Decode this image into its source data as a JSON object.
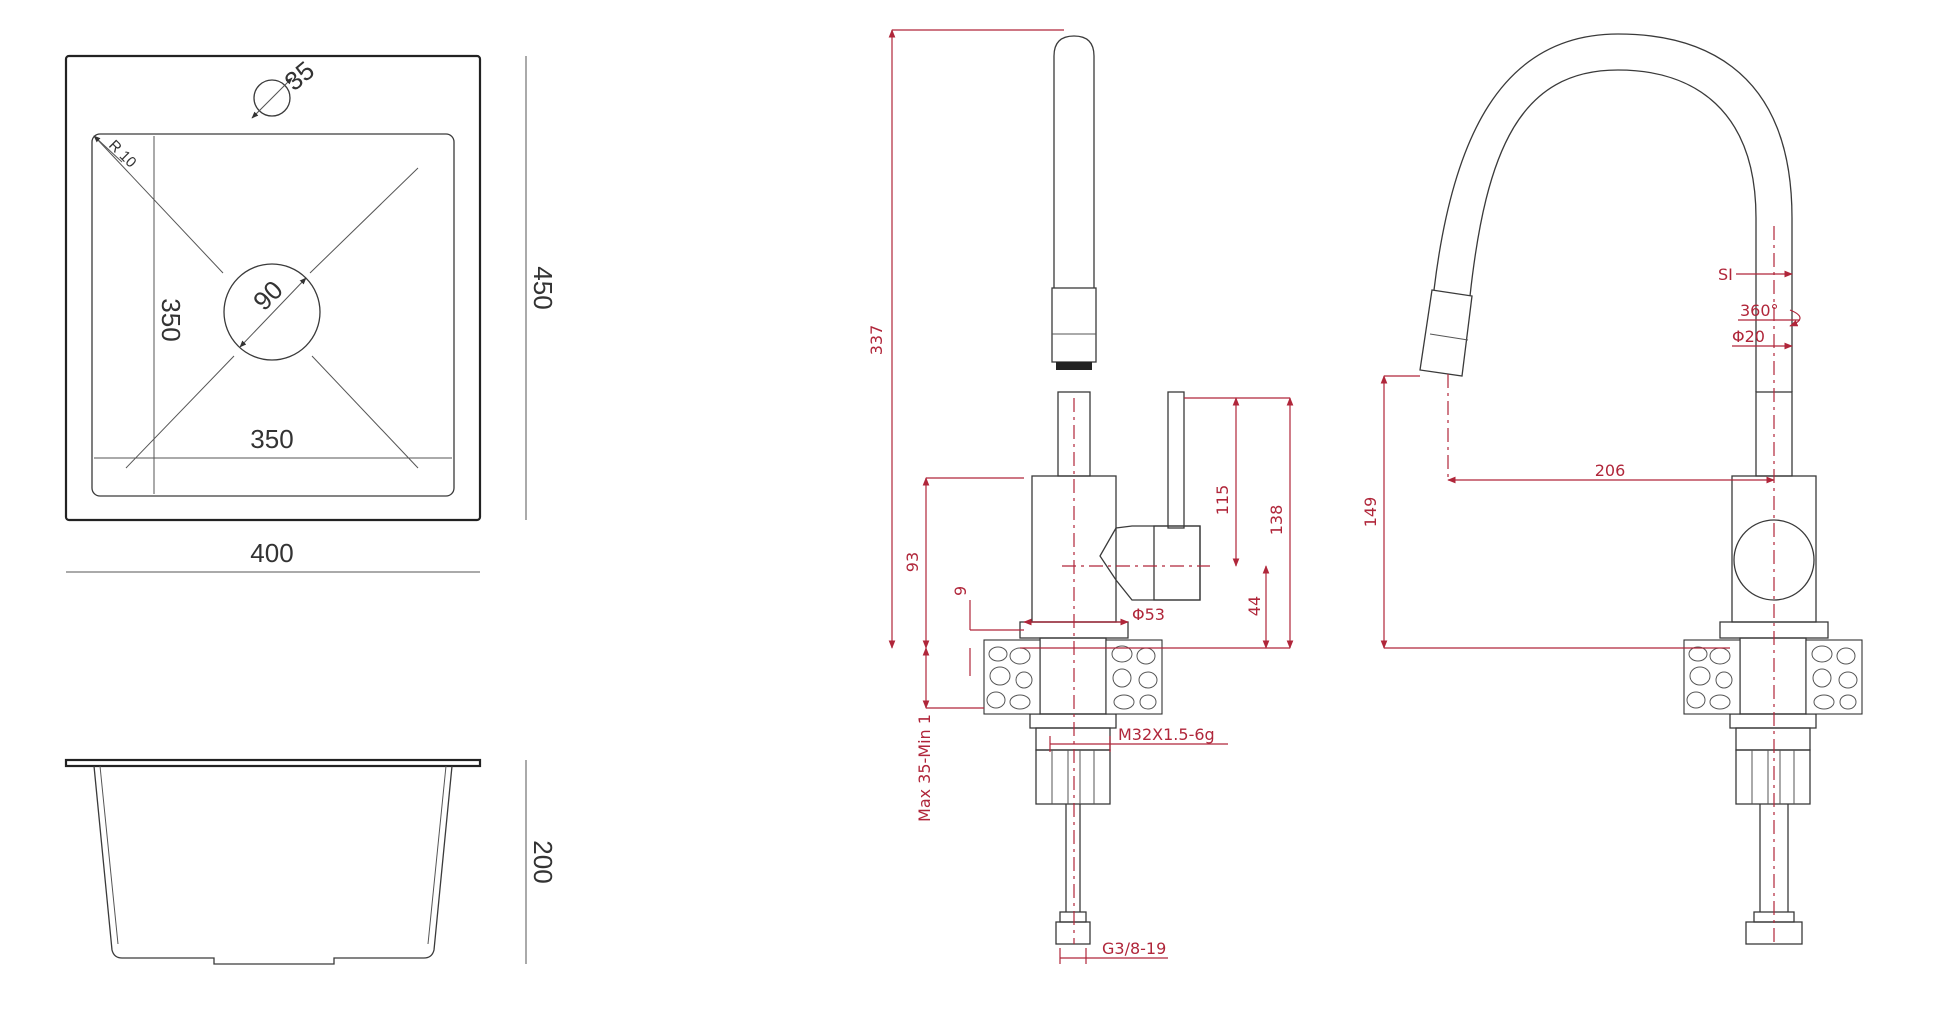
{
  "colors": {
    "outline": "#3a3a3a",
    "dimension": "#b0263a",
    "text": "#333333",
    "background": "#ffffff"
  },
  "sink": {
    "top_view": {
      "drain_diameter": "35",
      "corner_radius": "R 10",
      "bowl_depth_label": "350",
      "bowl_width_label": "350",
      "bowl_hole": "90",
      "overall_height": "450",
      "overall_width": "400"
    },
    "side_view": {
      "depth": "200"
    }
  },
  "faucet": {
    "front_view": {
      "total_height": "337",
      "body_height": "93",
      "lever_height": "115",
      "lever_total": "138",
      "lever_offset": "44",
      "base_gap": "9",
      "base_diameter": "Φ53",
      "thread": "M32X1.5-6g",
      "countertop": "Max 35-Min 1",
      "hose_thread": "G3/8-19"
    },
    "side_view": {
      "spray_height": "149",
      "reach": "206",
      "sl_label": "SI",
      "rotation": "360°",
      "spout_diameter": "Φ20"
    }
  }
}
